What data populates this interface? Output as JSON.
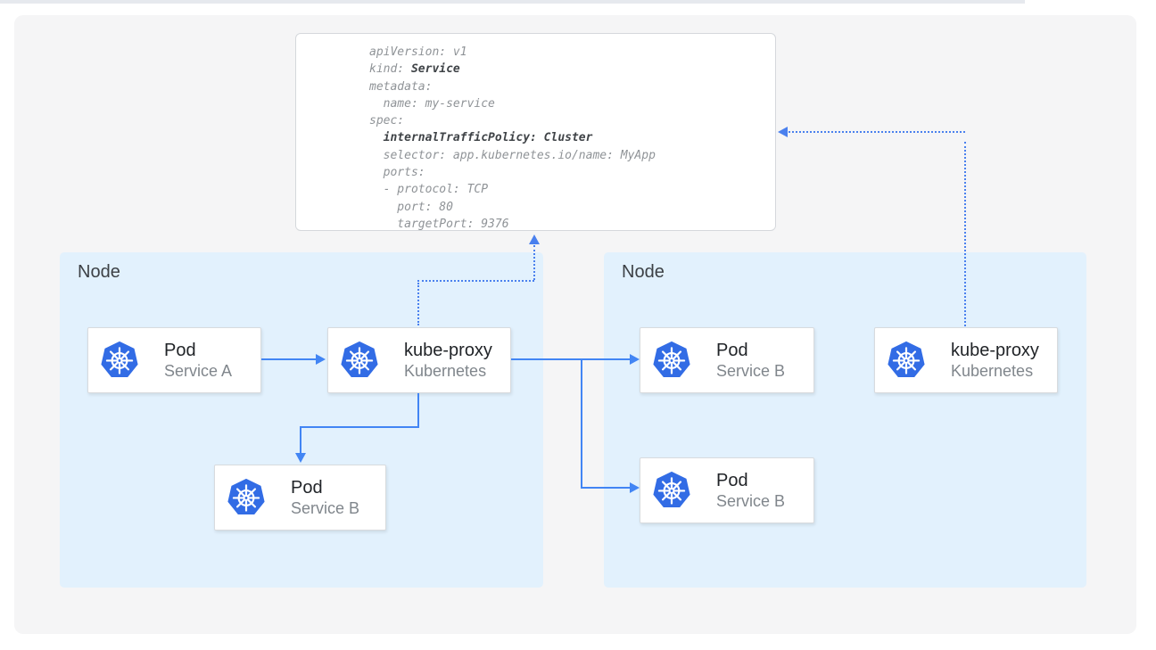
{
  "code": {
    "l1": "apiVersion: v1",
    "l2a": "kind: ",
    "l2b": "Service",
    "l3": "metadata:",
    "l4": "  name: my-service",
    "l5": "spec:",
    "l6a": "  ",
    "l6b": "internalTrafficPolicy: Cluster",
    "l7": "  selector: app.kubernetes.io/name: MyApp",
    "l8": "  ports:",
    "l9": "  - protocol: TCP",
    "l10": "    port: 80",
    "l11": "    targetPort: 9376"
  },
  "nodes": {
    "left_label": "Node",
    "right_label": "Node"
  },
  "cards": {
    "pod_a": {
      "title": "Pod",
      "subtitle": "Service A",
      "icon": "kubernetes-logo"
    },
    "kube_proxy_left": {
      "title": "kube-proxy",
      "subtitle": "Kubernetes",
      "icon": "kubernetes-logo"
    },
    "pod_b_left": {
      "title": "Pod",
      "subtitle": "Service B",
      "icon": "kubernetes-logo"
    },
    "pod_b_right_top": {
      "title": "Pod",
      "subtitle": "Service B",
      "icon": "kubernetes-logo"
    },
    "kube_proxy_right": {
      "title": "kube-proxy",
      "subtitle": "Kubernetes",
      "icon": "kubernetes-logo"
    },
    "pod_b_right_bottom": {
      "title": "Pod",
      "subtitle": "Service B",
      "icon": "kubernetes-logo"
    }
  },
  "colors": {
    "kubernetes_blue": "#326ce5",
    "arrow_blue": "#4285f4",
    "dotted_arrow_blue": "#4a80ee",
    "node_background": "#e2f1fd",
    "board_background": "#f5f5f6"
  }
}
